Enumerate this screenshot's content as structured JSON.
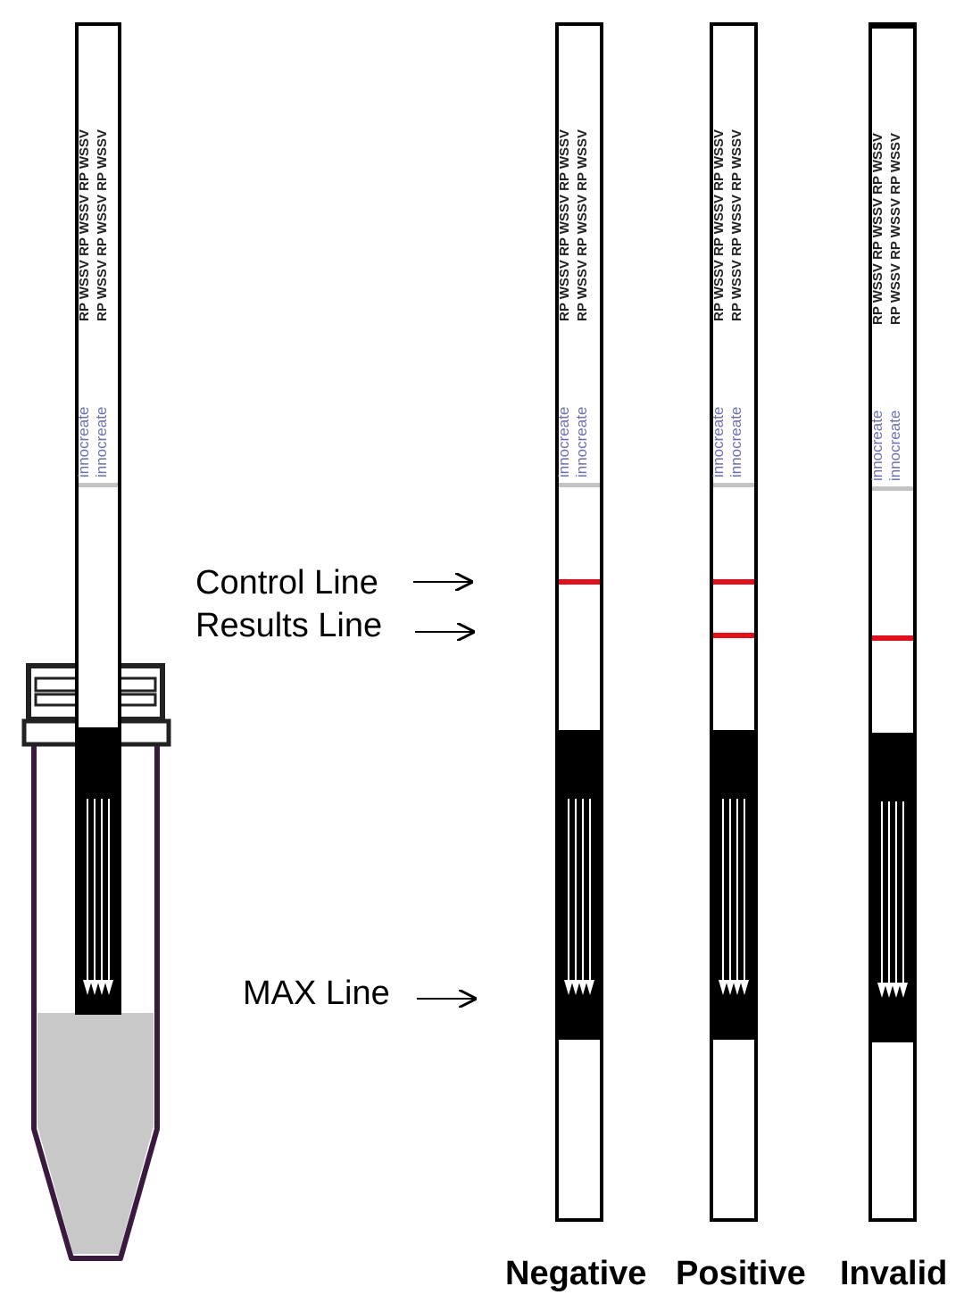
{
  "labels": {
    "control_line": "Control Line",
    "results_line": "Results Line",
    "max_line": "MAX Line"
  },
  "strip_print": {
    "brand": "innocreate",
    "code": "RP WSSV RP WSSV RP WSSV"
  },
  "results": {
    "negative": "Negative",
    "positive": "Positive",
    "invalid": "Invalid"
  },
  "colors": {
    "test_line": "#e3101c",
    "tube_outline": "#3a1a3e",
    "liquid": "#c8c8c8",
    "brand_text": "#6b6fb0",
    "brand_dot": "#e8863a",
    "band": "#000000"
  }
}
